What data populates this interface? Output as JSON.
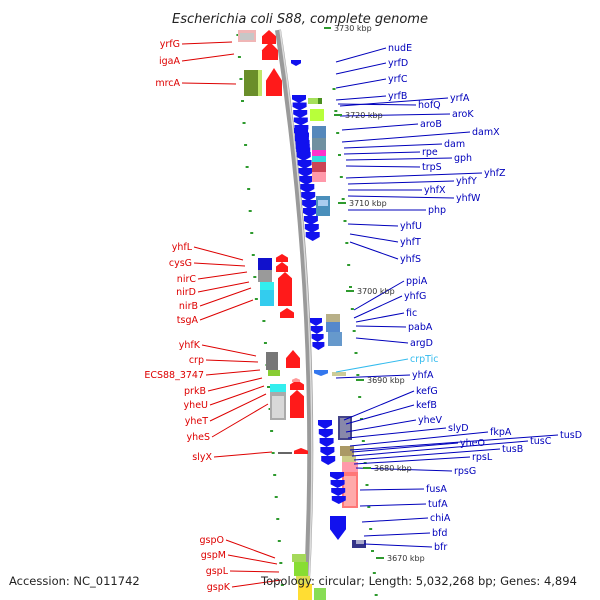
{
  "title": "Escherichia coli S88, complete genome",
  "footer": {
    "accession": "Accession: NC_011742",
    "stats": "Topology: circular; Length: 5,032,268 bp; Genes: 4,894"
  },
  "colors": {
    "left_label": "#dd0000",
    "right_label": "#0000bb",
    "highlight_label": "#33bbee",
    "backbone": "#999999",
    "tick": "#2e9a2e"
  },
  "scale": {
    "top_fragment": "3730 kbp",
    "ticks": [
      "3720 kbp",
      "3710 kbp",
      "3700 kbp",
      "3690 kbp",
      "3680 kbp",
      "3670 kbp"
    ]
  },
  "left_genes": [
    "yrfG",
    "igaA",
    "mrcA",
    "yhfL",
    "cysG",
    "nirC",
    "nirD",
    "nirB",
    "tsgA",
    "yhfK",
    "crp",
    "ECS88_3747",
    "prkB",
    "yheU",
    "yheT",
    "yheS",
    "slyX",
    "gspO",
    "gspM",
    "gspL",
    "gspK"
  ],
  "right_genes": [
    "nudE",
    "yrfD",
    "yrfC",
    "yrfB",
    "hofQ",
    "yrfA",
    "aroK",
    "aroB",
    "damX",
    "dam",
    "rpe",
    "gph",
    "trpS",
    "yhfZ",
    "yhfY",
    "yhfX",
    "yhfW",
    "php",
    "yhfU",
    "yhfT",
    "yhfS",
    "ppiA",
    "yhfG",
    "fic",
    "pabA",
    "argD",
    "crpTic",
    "yhfA",
    "kefG",
    "kefB",
    "yheV",
    "slyD",
    "fkpA",
    "tusD",
    "yheO",
    "tusC",
    "tusB",
    "rpsL",
    "rpsG",
    "fusA",
    "tufA",
    "chiA",
    "bfd",
    "bfr"
  ],
  "highlight_gene": "crpTic"
}
